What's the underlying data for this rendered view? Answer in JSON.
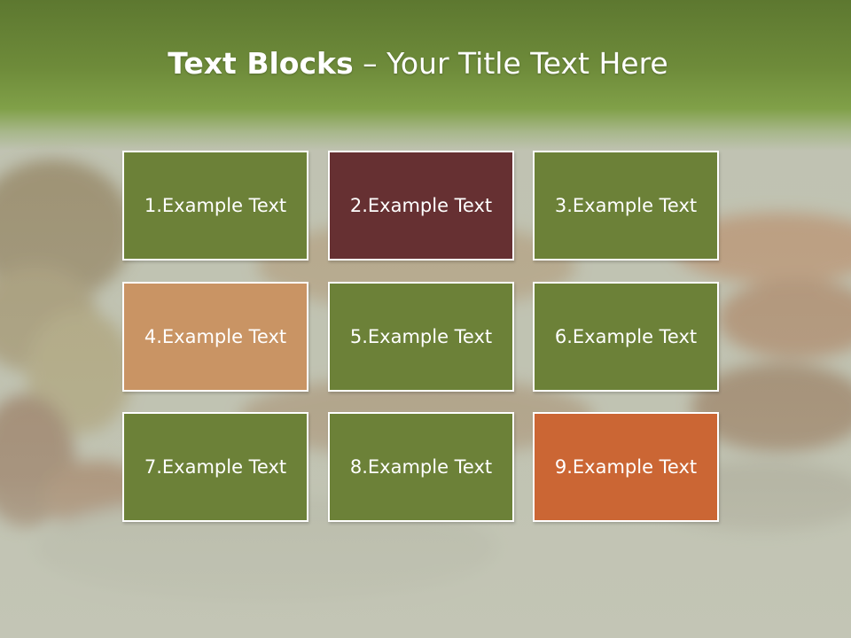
{
  "slide": {
    "title_bold": "Text Blocks",
    "title_rest": " – Your Title Text Here"
  },
  "colors": {
    "header": "#6e8b3a",
    "green_block": "#6c8138",
    "maroon_block": "#663032",
    "tan_block": "#c99464",
    "orange_block": "#cb6634",
    "background": "#c4c6b6"
  },
  "blocks": [
    {
      "label": "1.Example Text",
      "color": "#6c8138"
    },
    {
      "label": "2.Example Text",
      "color": "#663032"
    },
    {
      "label": "3.Example Text",
      "color": "#6c8138"
    },
    {
      "label": "4.Example Text",
      "color": "#c99464"
    },
    {
      "label": "5.Example Text",
      "color": "#6c8138"
    },
    {
      "label": "6.Example Text",
      "color": "#6c8138"
    },
    {
      "label": "7.Example Text",
      "color": "#6c8138"
    },
    {
      "label": "8.Example Text",
      "color": "#6c8138"
    },
    {
      "label": "9.Example Text",
      "color": "#cb6634"
    }
  ]
}
